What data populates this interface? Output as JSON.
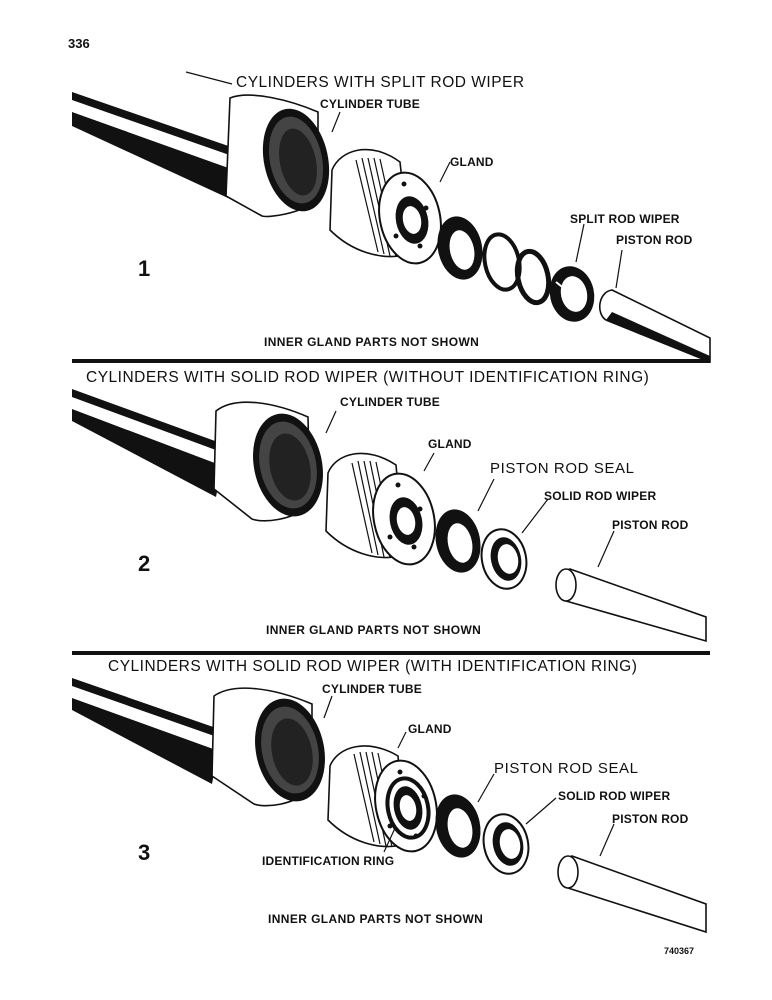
{
  "page_number": "336",
  "figure_id": "740367",
  "panels": [
    {
      "number": "1",
      "heading": "CYLINDERS WITH SPLIT ROD WIPER",
      "labels": {
        "cylinder_tube": "CYLINDER TUBE",
        "gland": "GLAND",
        "wiper": "SPLIT ROD WIPER",
        "piston_rod": "PISTON ROD"
      },
      "note": "INNER GLAND PARTS NOT SHOWN"
    },
    {
      "number": "2",
      "heading": "CYLINDERS WITH SOLID ROD WIPER (WITHOUT IDENTIFICATION RING)",
      "labels": {
        "cylinder_tube": "CYLINDER TUBE",
        "gland": "GLAND",
        "seal": "PISTON ROD SEAL",
        "wiper": "SOLID ROD WIPER",
        "piston_rod": "PISTON ROD"
      },
      "note": "INNER GLAND PARTS NOT SHOWN"
    },
    {
      "number": "3",
      "heading": "CYLINDERS WITH SOLID ROD WIPER (WITH IDENTIFICATION RING)",
      "labels": {
        "cylinder_tube": "CYLINDER TUBE",
        "gland": "GLAND",
        "seal": "PISTON ROD SEAL",
        "wiper": "SOLID ROD WIPER",
        "piston_rod": "PISTON ROD",
        "id_ring": "IDENTIFICATION RING"
      },
      "note": "INNER GLAND PARTS NOT SHOWN"
    }
  ]
}
